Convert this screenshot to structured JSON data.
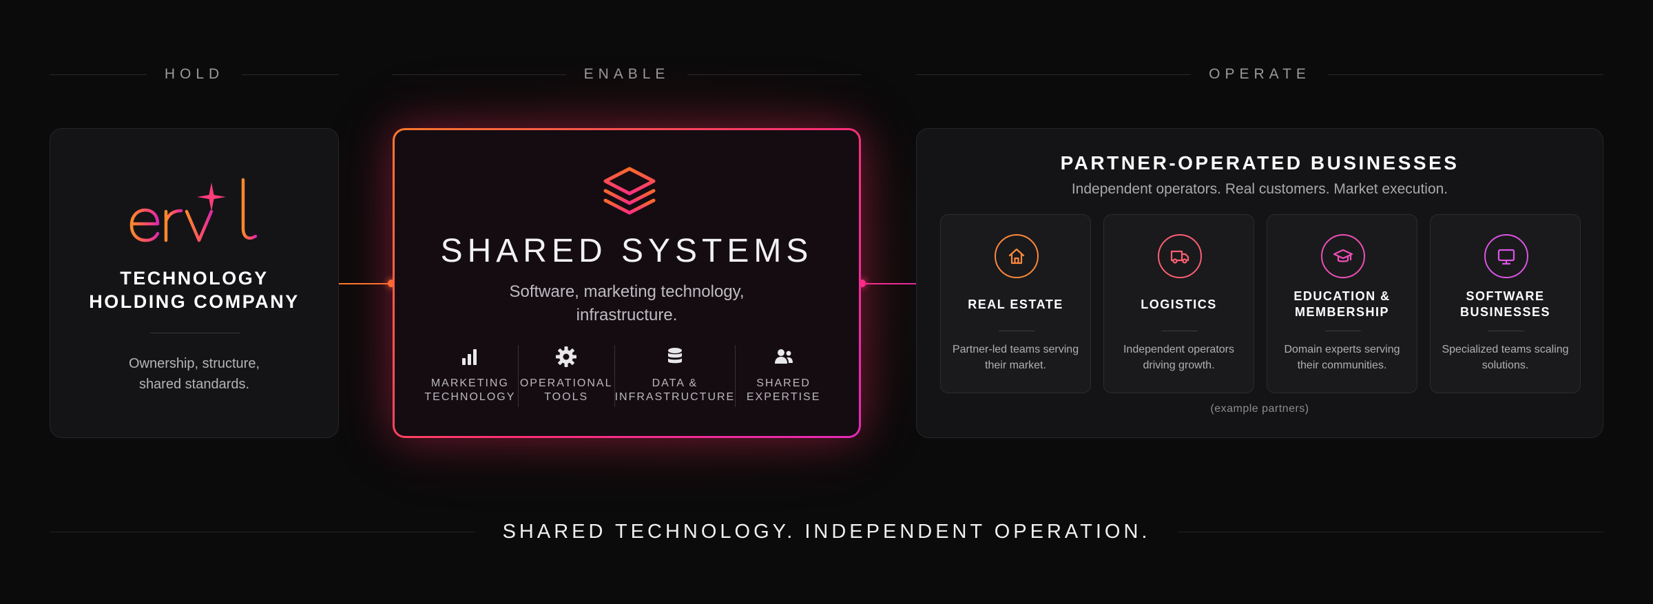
{
  "sections": {
    "hold": "HOLD",
    "enable": "ENABLE",
    "operate": "OPERATE"
  },
  "hold": {
    "title": "TECHNOLOGY\nHOLDING COMPANY",
    "description": "Ownership, structure,\nshared standards.",
    "logo_icon": "ervl-logo"
  },
  "enable": {
    "title": "SHARED SYSTEMS",
    "subtitle": "Software, marketing technology,\ninfrastructure.",
    "icon": "layers-stack-icon",
    "features": [
      {
        "label": "MARKETING\nTECHNOLOGY",
        "icon": "bar-chart-icon"
      },
      {
        "label": "OPERATIONAL\nTOOLS",
        "icon": "gear-icon"
      },
      {
        "label": "DATA &\nINFRASTRUCTURE",
        "icon": "database-icon"
      },
      {
        "label": "SHARED\nEXPERTISE",
        "icon": "users-icon"
      }
    ]
  },
  "operate": {
    "title": "PARTNER-OPERATED BUSINESSES",
    "subtitle": "Independent operators. Real customers. Market execution.",
    "partners": [
      {
        "name": "REAL ESTATE",
        "description": "Partner-led teams serving their market.",
        "icon": "house-icon",
        "color": "#ff8a3d"
      },
      {
        "name": "LOGISTICS",
        "description": "Independent operators driving growth.",
        "icon": "truck-icon",
        "color": "#ff5f73"
      },
      {
        "name": "EDUCATION &\nMEMBERSHIP",
        "description": "Domain experts serving their communities.",
        "icon": "graduation-cap-icon",
        "color": "#f04fb8"
      },
      {
        "name": "SOFTWARE\nBUSINESSES",
        "description": "Specialized teams scaling solutions.",
        "icon": "monitor-icon",
        "color": "#dd55e6"
      }
    ],
    "note": "(example partners)"
  },
  "tagline": "SHARED TECHNOLOGY. INDEPENDENT OPERATION.",
  "colors": {
    "orange": "#ff7a2a",
    "pink": "#ff2f74",
    "magenta": "#e52ab9"
  }
}
